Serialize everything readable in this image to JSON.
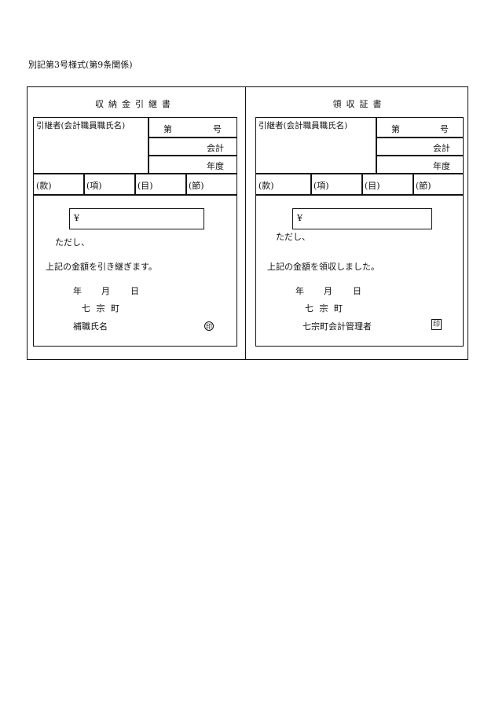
{
  "caption": "別記第3号様式(第9条関係)",
  "left": {
    "title": "収納金引継書",
    "header_label": "引継者(会計職員職氏名)",
    "dai": "第",
    "go": "号",
    "kaikei": "会計",
    "nendo": "年度",
    "kan": "(款)",
    "kou": "(項)",
    "moku": "(目)",
    "setsu": "(節)",
    "yen": "¥",
    "tadashi": "ただし、",
    "statement": "上記の金額を引き継ぎます。",
    "nen": "年",
    "gatsu": "月",
    "hi": "日",
    "town": "七 宗 町",
    "signer": "補職氏名",
    "seal": "印"
  },
  "right": {
    "title": "領収証書",
    "header_label": "引継者(会計職員職氏名)",
    "dai": "第",
    "go": "号",
    "kaikei": "会計",
    "nendo": "年度",
    "kan": "(款)",
    "kou": "(項)",
    "moku": "(目)",
    "setsu": "(節)",
    "yen": "¥",
    "tadashi": "ただし、",
    "statement": "上記の金額を領収しました。",
    "nen": "年",
    "gatsu": "月",
    "hi": "日",
    "town": "七 宗 町",
    "signer": "七宗町会計管理者",
    "seal": "印"
  }
}
